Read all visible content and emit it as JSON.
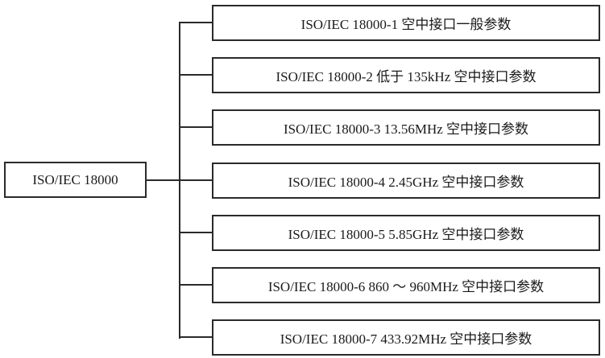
{
  "root": {
    "label": "ISO/IEC 18000"
  },
  "children": [
    {
      "label": "ISO/IEC 18000-1 空中接口一般参数"
    },
    {
      "label": "ISO/IEC 18000-2 低于 135kHz 空中接口参数"
    },
    {
      "label": "ISO/IEC 18000-3 13.56MHz 空中接口参数"
    },
    {
      "label": "ISO/IEC 18000-4 2.45GHz 空中接口参数"
    },
    {
      "label": "ISO/IEC 18000-5 5.85GHz 空中接口参数"
    },
    {
      "label": "ISO/IEC 18000-6 860 ～ 960MHz 空中接口参数"
    },
    {
      "label": "ISO/IEC 18000-7 433.92MHz 空中接口参数"
    }
  ]
}
